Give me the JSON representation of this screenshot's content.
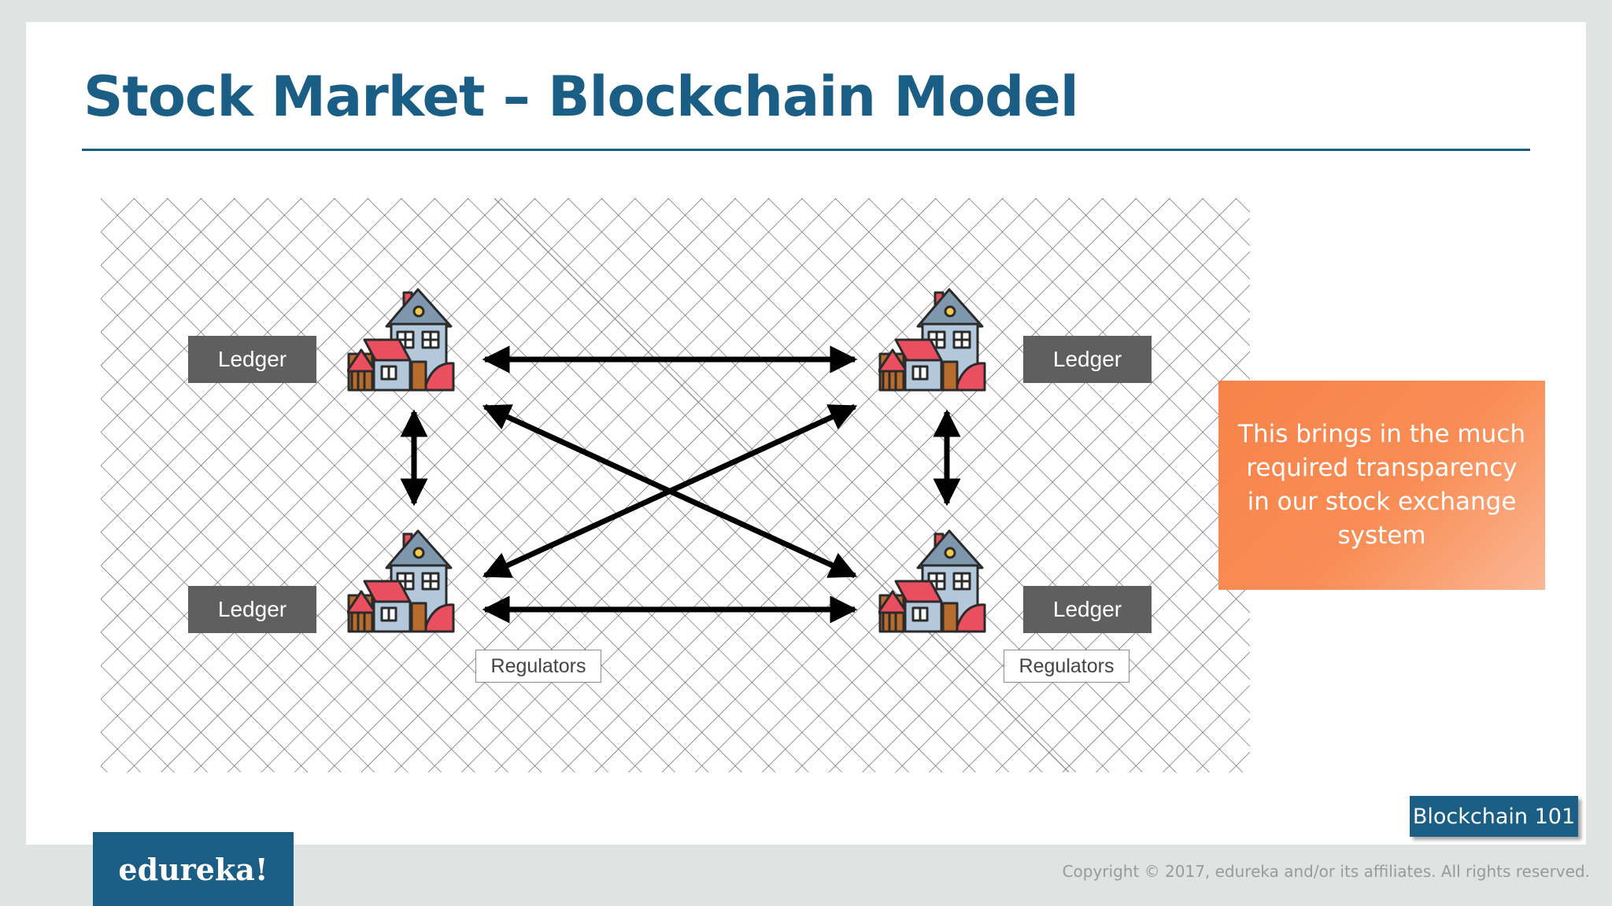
{
  "slide": {
    "title": "Stock Market – Blockchain Model"
  },
  "diagram": {
    "nodes": [
      {
        "id": "top-left",
        "ledger_label": "Ledger",
        "regulators_label": null
      },
      {
        "id": "top-right",
        "ledger_label": "Ledger",
        "regulators_label": null
      },
      {
        "id": "bottom-left",
        "ledger_label": "Ledger",
        "regulators_label": "Regulators"
      },
      {
        "id": "bottom-right",
        "ledger_label": "Ledger",
        "regulators_label": "Regulators"
      }
    ],
    "connections": [
      {
        "from": "top-left",
        "to": "top-right",
        "type": "bidirectional"
      },
      {
        "from": "bottom-left",
        "to": "bottom-right",
        "type": "bidirectional"
      },
      {
        "from": "top-left",
        "to": "bottom-left",
        "type": "bidirectional"
      },
      {
        "from": "top-right",
        "to": "bottom-right",
        "type": "bidirectional"
      },
      {
        "from": "top-left",
        "to": "bottom-right",
        "type": "bidirectional"
      },
      {
        "from": "top-right",
        "to": "bottom-left",
        "type": "bidirectional"
      }
    ],
    "icon": "house-icon"
  },
  "callout": {
    "text": "This brings in the much required transparency in our stock exchange system"
  },
  "footer": {
    "course_badge": "Blockchain 101",
    "logo_text": "edureka!",
    "copyright": "Copyright © 2017, edureka and/or its affiliates. All rights reserved."
  },
  "colors": {
    "brand_blue": "#1a5e85",
    "callout_orange": "#f6834a",
    "ledger_gray": "#5f5f5f"
  }
}
